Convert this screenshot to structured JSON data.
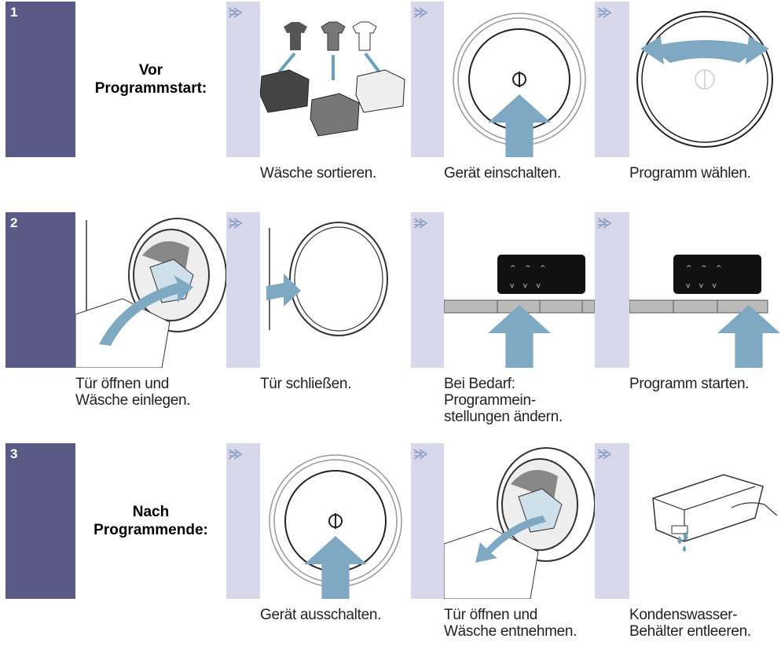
{
  "colors": {
    "band": "#d9d8ea",
    "number_box": "#5a5a86",
    "arrow": "#6a9fbd",
    "accent_arrow": "#8aa0c8"
  },
  "rows": [
    {
      "number": "1",
      "title": "Vor\nProgrammstart:",
      "steps": [
        {
          "icon": "laundry-sort-icon",
          "caption": "Wäsche sortieren."
        },
        {
          "icon": "power-on-icon",
          "caption": "Gerät einschalten."
        },
        {
          "icon": "program-select-icon",
          "caption": "Programm wählen."
        }
      ]
    },
    {
      "number": "2",
      "steps": [
        {
          "icon": "load-laundry-icon",
          "caption": "Tür öffnen und\nWäsche einlegen."
        },
        {
          "icon": "close-door-icon",
          "caption": "Tür schließen."
        },
        {
          "icon": "settings-panel-icon",
          "caption": "Bei Bedarf:\nProgrammein-\nstellungen ändern."
        },
        {
          "icon": "start-program-icon",
          "caption": "Programm starten."
        }
      ]
    },
    {
      "number": "3",
      "title": "Nach\nProgrammende:",
      "steps": [
        {
          "icon": "power-off-icon",
          "caption": "Gerät ausschalten."
        },
        {
          "icon": "unload-laundry-icon",
          "caption": "Tür öffnen und\nWäsche entnehmen."
        },
        {
          "icon": "empty-condenser-icon",
          "caption": "Kondenswasser-\nBehälter entleeren."
        }
      ]
    }
  ]
}
